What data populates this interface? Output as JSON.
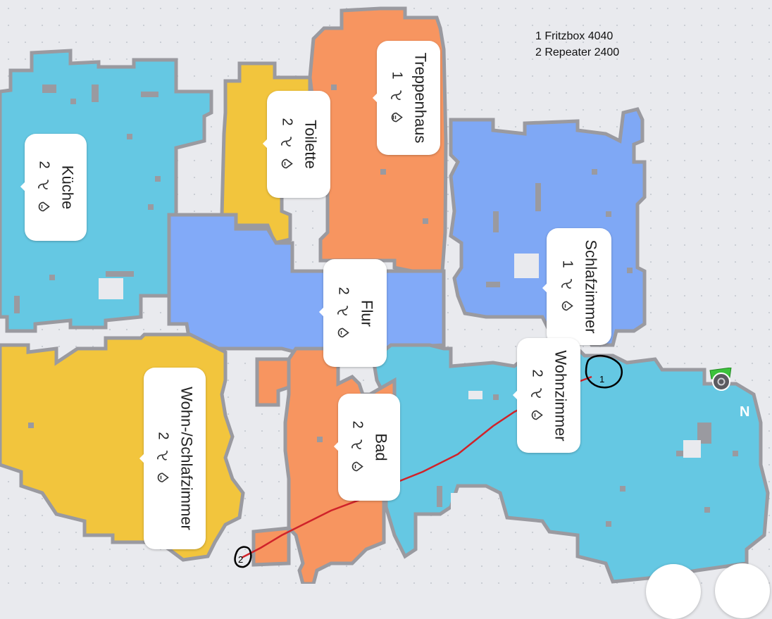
{
  "legend": {
    "line1": "1 Fritzbox 4040",
    "line2": "2 Repeater 2400"
  },
  "colors": {
    "background": "#e9eaee",
    "wall": "#9a9aa0",
    "kitchen": "#65c8e3",
    "living": "#65c8e3",
    "bedroom_blue": "#7fa8f5",
    "hall_blue": "#82aaf8",
    "toilet_yellow": "#f2c53d",
    "stair_orange": "#f79560",
    "annotation_red": "#d0232a"
  },
  "rooms": [
    {
      "name": "Küche",
      "count": "2",
      "fan_icon": "fan-icon",
      "drop_icon": "water-drop-icon"
    },
    {
      "name": "Toilette",
      "count": "2",
      "fan_icon": "fan-icon",
      "drop_icon": "water-drop-icon"
    },
    {
      "name": "Treppenhaus",
      "count": "1",
      "fan_icon": "fan-icon",
      "drop_icon": "water-drop-icon"
    },
    {
      "name": "Flur",
      "count": "2",
      "fan_icon": "fan-icon",
      "drop_icon": "water-drop-icon"
    },
    {
      "name": "Schlafzimmer",
      "count": "1",
      "fan_icon": "fan-icon",
      "drop_icon": "water-drop-icon"
    },
    {
      "name": "Wohnzimmer",
      "count": "2",
      "fan_icon": "fan-icon",
      "drop_icon": "water-drop-icon"
    },
    {
      "name": "Bad",
      "count": "2",
      "fan_icon": "fan-icon",
      "drop_icon": "water-drop-icon"
    },
    {
      "name": "Wohn-/Schlafzimmer",
      "count": "2",
      "fan_icon": "fan-icon",
      "drop_icon": "water-drop-icon"
    }
  ],
  "markers": {
    "marker1": "1",
    "marker2": "2"
  },
  "compass": "N",
  "dock_icon": "charging-dock-icon"
}
